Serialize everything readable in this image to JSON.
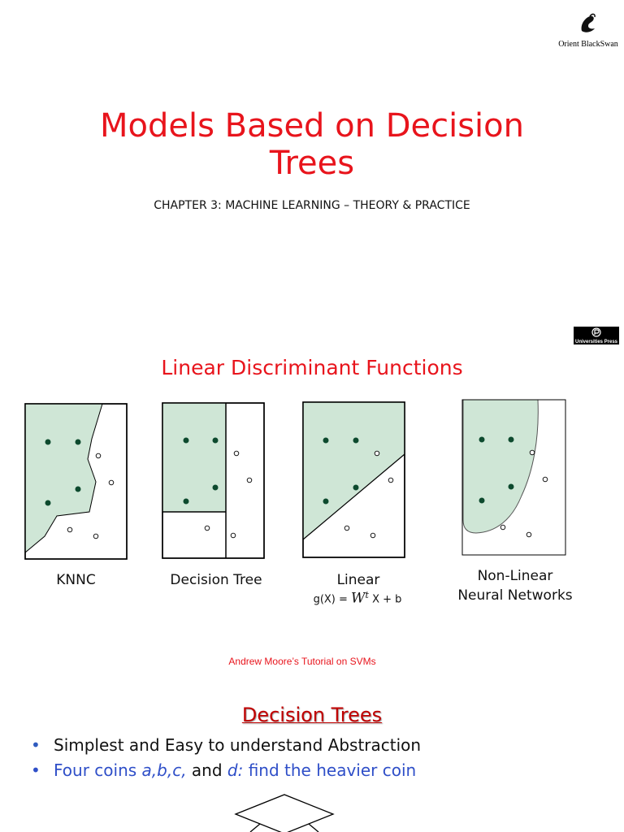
{
  "publisher": {
    "name": "Orient BlackSwan"
  },
  "title": "Models Based on Decision Trees",
  "title_lines": [
    "Models Based on Decision",
    "Trees"
  ],
  "subtitle": "CHAPTER 3: MACHINE LEARNING – THEORY & PRACTICE",
  "universities_press": {
    "label": "Universities Press"
  },
  "section_title": "Linear Discriminant Functions",
  "panels": [
    {
      "caption": "KNNC"
    },
    {
      "caption": "Decision Tree"
    },
    {
      "caption": "Linear",
      "formula": {
        "prefix": "g(X) = ",
        "var": "W",
        "sup": "t",
        "suffix": " X +  b"
      }
    },
    {
      "caption_lines": [
        "Non-Linear",
        "Neural Networks"
      ]
    }
  ],
  "credit": "Andrew Moore’s Tutorial on SVMs",
  "decision_trees": {
    "heading": "Decision Trees",
    "bullet1": "Simplest and Easy to understand Abstraction",
    "bullet2": {
      "p1": "Four coins ",
      "p2": "a,b,c,",
      "p3": " and ",
      "p4": "d:",
      "p5": " find the heavier coin"
    }
  },
  "colors": {
    "title": "#e8141c",
    "region_fill": "#cfe6d6",
    "dot_dark": "#0d4a2e",
    "bullet_blue": "#2f4fc8"
  }
}
